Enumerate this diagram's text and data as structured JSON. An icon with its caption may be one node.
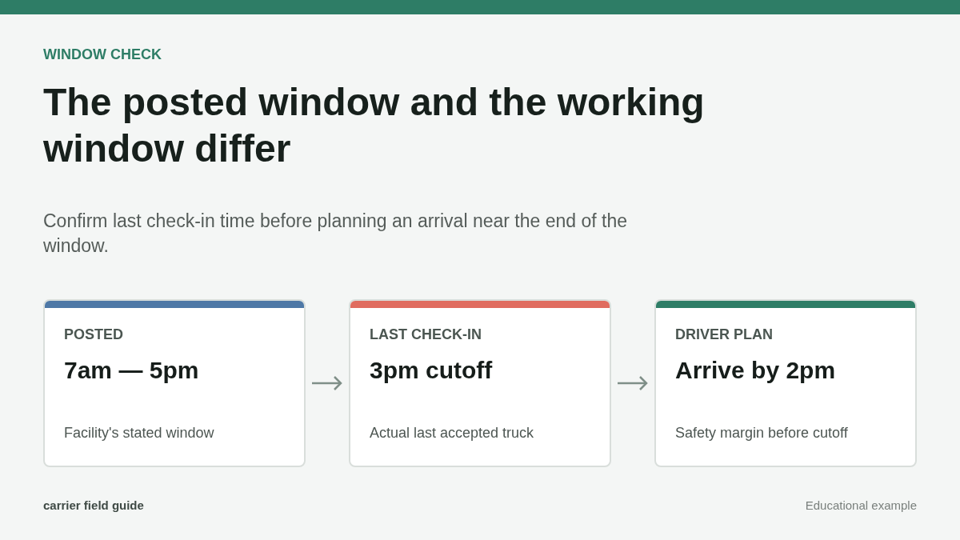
{
  "diagram": {
    "title": "The posted window and the working window differ",
    "nodes": [
      {
        "text": [
          "POSTED",
          "7am — 5pm",
          "Facility's stated window"
        ]
      },
      {
        "text": [
          "LAST CHECK-IN",
          "3pm cutoff",
          "Actual last accepted truck"
        ]
      },
      {
        "text": [
          "DRIVER PLAN",
          "Arrive by 2pm",
          "Safety margin before cutoff"
        ]
      }
    ],
    "edges": [
      {
        "from": 0,
        "to": 1,
        "arrow": "to"
      },
      {
        "from": 1,
        "to": 2,
        "arrow": "to"
      }
    ],
    "labels": [
      "WINDOW CHECK",
      "Confirm last check-in time before planning an arrival near the end of the window.",
      "carrier field guide",
      "Educational example"
    ]
  }
}
